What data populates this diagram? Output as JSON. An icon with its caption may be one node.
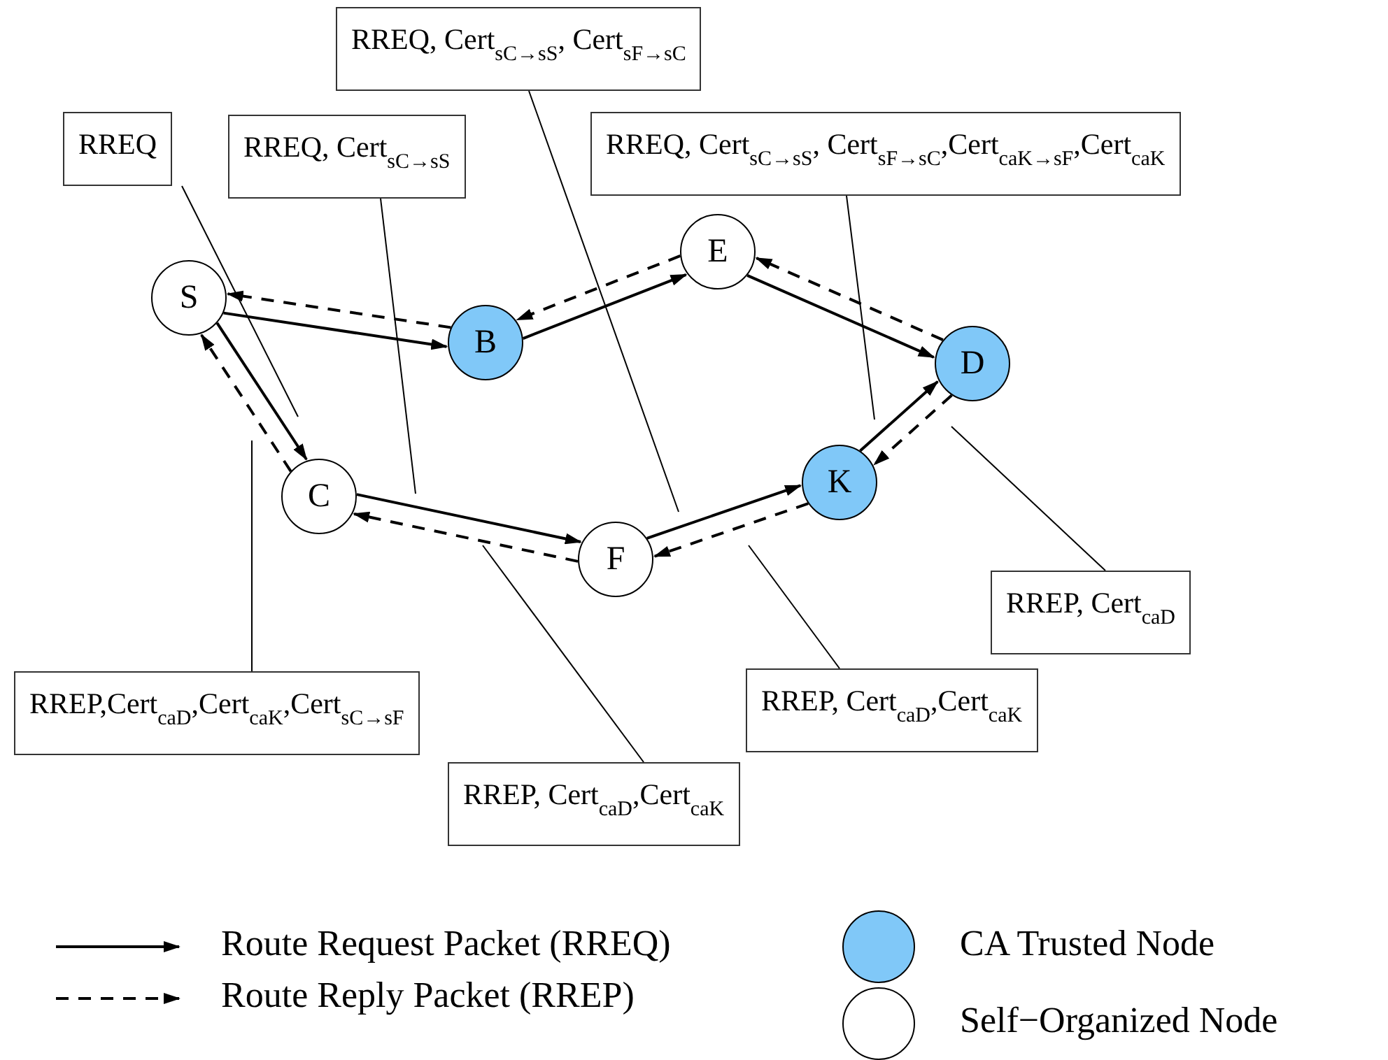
{
  "diagram": {
    "nodes": [
      {
        "text": [
          "RREQ, Cert$_{sC→sS}$, Cert$_{sF→sC}$"
        ]
      },
      {
        "text": [
          "RREQ"
        ]
      },
      {
        "text": [
          "RREQ, Cert$_{sC→sS}$"
        ]
      },
      {
        "text": [
          "RREQ, Cert$_{sC→sS}$, Cert$_{sF→sC}$,Cert$_{caK→sF}$,Cert$_{caK}$"
        ]
      },
      {
        "text": [
          "S"
        ]
      },
      {
        "text": [
          "E"
        ]
      },
      {
        "text": [
          "B"
        ]
      },
      {
        "text": [
          "D"
        ]
      },
      {
        "text": [
          "K"
        ]
      },
      {
        "text": [
          "C"
        ]
      },
      {
        "text": [
          "F"
        ]
      },
      {
        "text": [
          "RREP, Cert$_{caD}$"
        ]
      },
      {
        "text": [
          "RREP,Cert$_{caD}$,Cert$_{caK}$,Cert$_{sC→sF}$"
        ]
      },
      {
        "text": [
          "RREP, Cert$_{caD}$,Cert$_{caK}$"
        ]
      },
      {
        "text": [
          "RREP, Cert$_{caD}$,Cert$_{caK}$"
        ]
      }
    ],
    "edges": [
      {
        "from": 4,
        "to": 6,
        "arrow": "to"
      },
      {
        "from": 6,
        "to": 5,
        "arrow": "to"
      },
      {
        "from": 5,
        "to": 7,
        "arrow": "to"
      },
      {
        "from": 4,
        "to": 9,
        "arrow": "to"
      },
      {
        "from": 9,
        "to": 10,
        "arrow": "to"
      },
      {
        "from": 10,
        "to": 8,
        "arrow": "to"
      },
      {
        "from": 8,
        "to": 7,
        "arrow": "to"
      },
      {
        "from": 6,
        "to": 4,
        "arrow": "to",
        "style": "dashed"
      },
      {
        "from": 5,
        "to": 6,
        "arrow": "to",
        "style": "dashed"
      },
      {
        "from": 7,
        "to": 5,
        "arrow": "to",
        "style": "dashed"
      },
      {
        "from": 9,
        "to": 4,
        "arrow": "to",
        "style": "dashed"
      },
      {
        "from": 10,
        "to": 9,
        "arrow": "to",
        "style": "dashed"
      },
      {
        "from": 8,
        "to": 10,
        "arrow": "to",
        "style": "dashed"
      },
      {
        "from": 7,
        "to": 8,
        "arrow": "to",
        "style": "dashed"
      },
      {
        "from": 1,
        "to": null,
        "arrow": "none"
      },
      {
        "from": 2,
        "to": null,
        "arrow": "none"
      },
      {
        "from": 0,
        "to": null,
        "arrow": "none"
      },
      {
        "from": 3,
        "to": null,
        "arrow": "none"
      },
      {
        "from": 12,
        "to": null,
        "arrow": "none"
      },
      {
        "from": 14,
        "to": null,
        "arrow": "none"
      },
      {
        "from": 13,
        "to": null,
        "arrow": "none"
      },
      {
        "from": 11,
        "to": null,
        "arrow": "none"
      }
    ],
    "legend": [
      {
        "text": "Route Request Packet (RREQ)"
      },
      {
        "text": "Route Reply Packet (RREP)"
      },
      {
        "text": "CA Trusted Node",
        "color": "#80c8f8"
      },
      {
        "text": "Self−Organized Node",
        "color": "#ffffff"
      }
    ]
  }
}
